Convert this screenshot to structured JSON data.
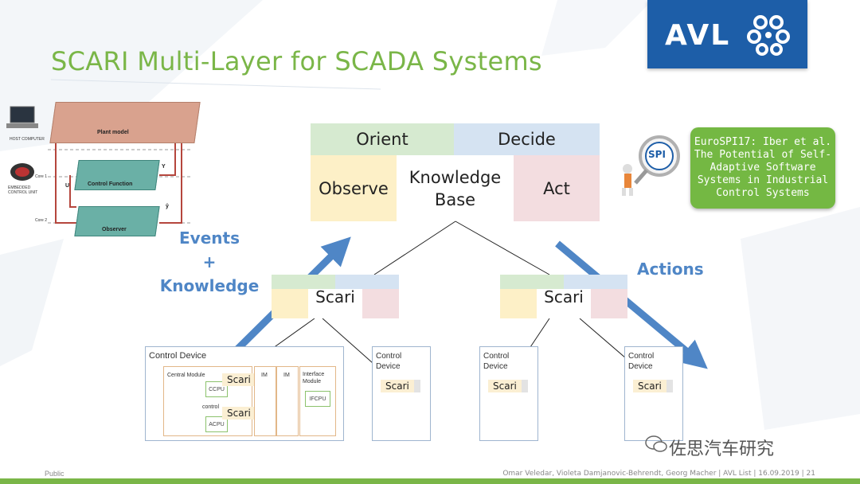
{
  "title": "SCARI Multi-Layer for SCADA Systems",
  "logo": {
    "text": "AVL"
  },
  "ooda": {
    "orient": "Orient",
    "decide": "Decide",
    "observe": "Observe",
    "knowledge_base_line1": "Knowledge",
    "knowledge_base_line2": "Base",
    "act": "Act"
  },
  "scari_label": "Scari",
  "left_label": {
    "line1": "Events",
    "line2": "+",
    "line3": "Knowledge"
  },
  "right_label": "Actions",
  "reference": {
    "line1": "EuroSPI17: Iber et al.",
    "line2": "The Potential of Self-",
    "line3": "Adaptive Software",
    "line4": "Systems in Industrial",
    "line5": "Control Systems"
  },
  "spi_badge": "SPI",
  "plant_diagram": {
    "plant_model": "Plant model",
    "control_function": "Control Function",
    "observer": "Observer",
    "host_computer": "HOST COMPUTER",
    "embedded_control_unit_line1": "EMBEDDED",
    "embedded_control_unit_line2": "CONTROL UNIT",
    "core1": "Core 1",
    "core2": "Core 2",
    "u": "U",
    "y": "Y",
    "yhat": "ŷ"
  },
  "devices": {
    "main": {
      "title": "Control Device",
      "central_module": "Central Module",
      "ccpu": "CCPU",
      "control": "control",
      "acpu": "ACPU",
      "im1": "IM",
      "im2": "IM",
      "interface_line1": "Interface",
      "interface_line2": "Module",
      "ifcpu": "IFCPU"
    },
    "generic_title_line1": "Control",
    "generic_title_line2": "Device"
  },
  "footer": {
    "left": "Public",
    "right": "Omar Veledar, Violeta Damjanovic-Behrendt, Georg Macher | AVL List | 16.09.2019 | 21"
  },
  "watermark": "佐思汽车研究",
  "colors": {
    "green": "#7ab648",
    "blue": "#1d5ea8",
    "arrow_blue": "#4f86c6",
    "orient": "#d6ead0",
    "decide": "#d5e3f2",
    "observe": "#fdf0c7",
    "act": "#f3dde0"
  }
}
